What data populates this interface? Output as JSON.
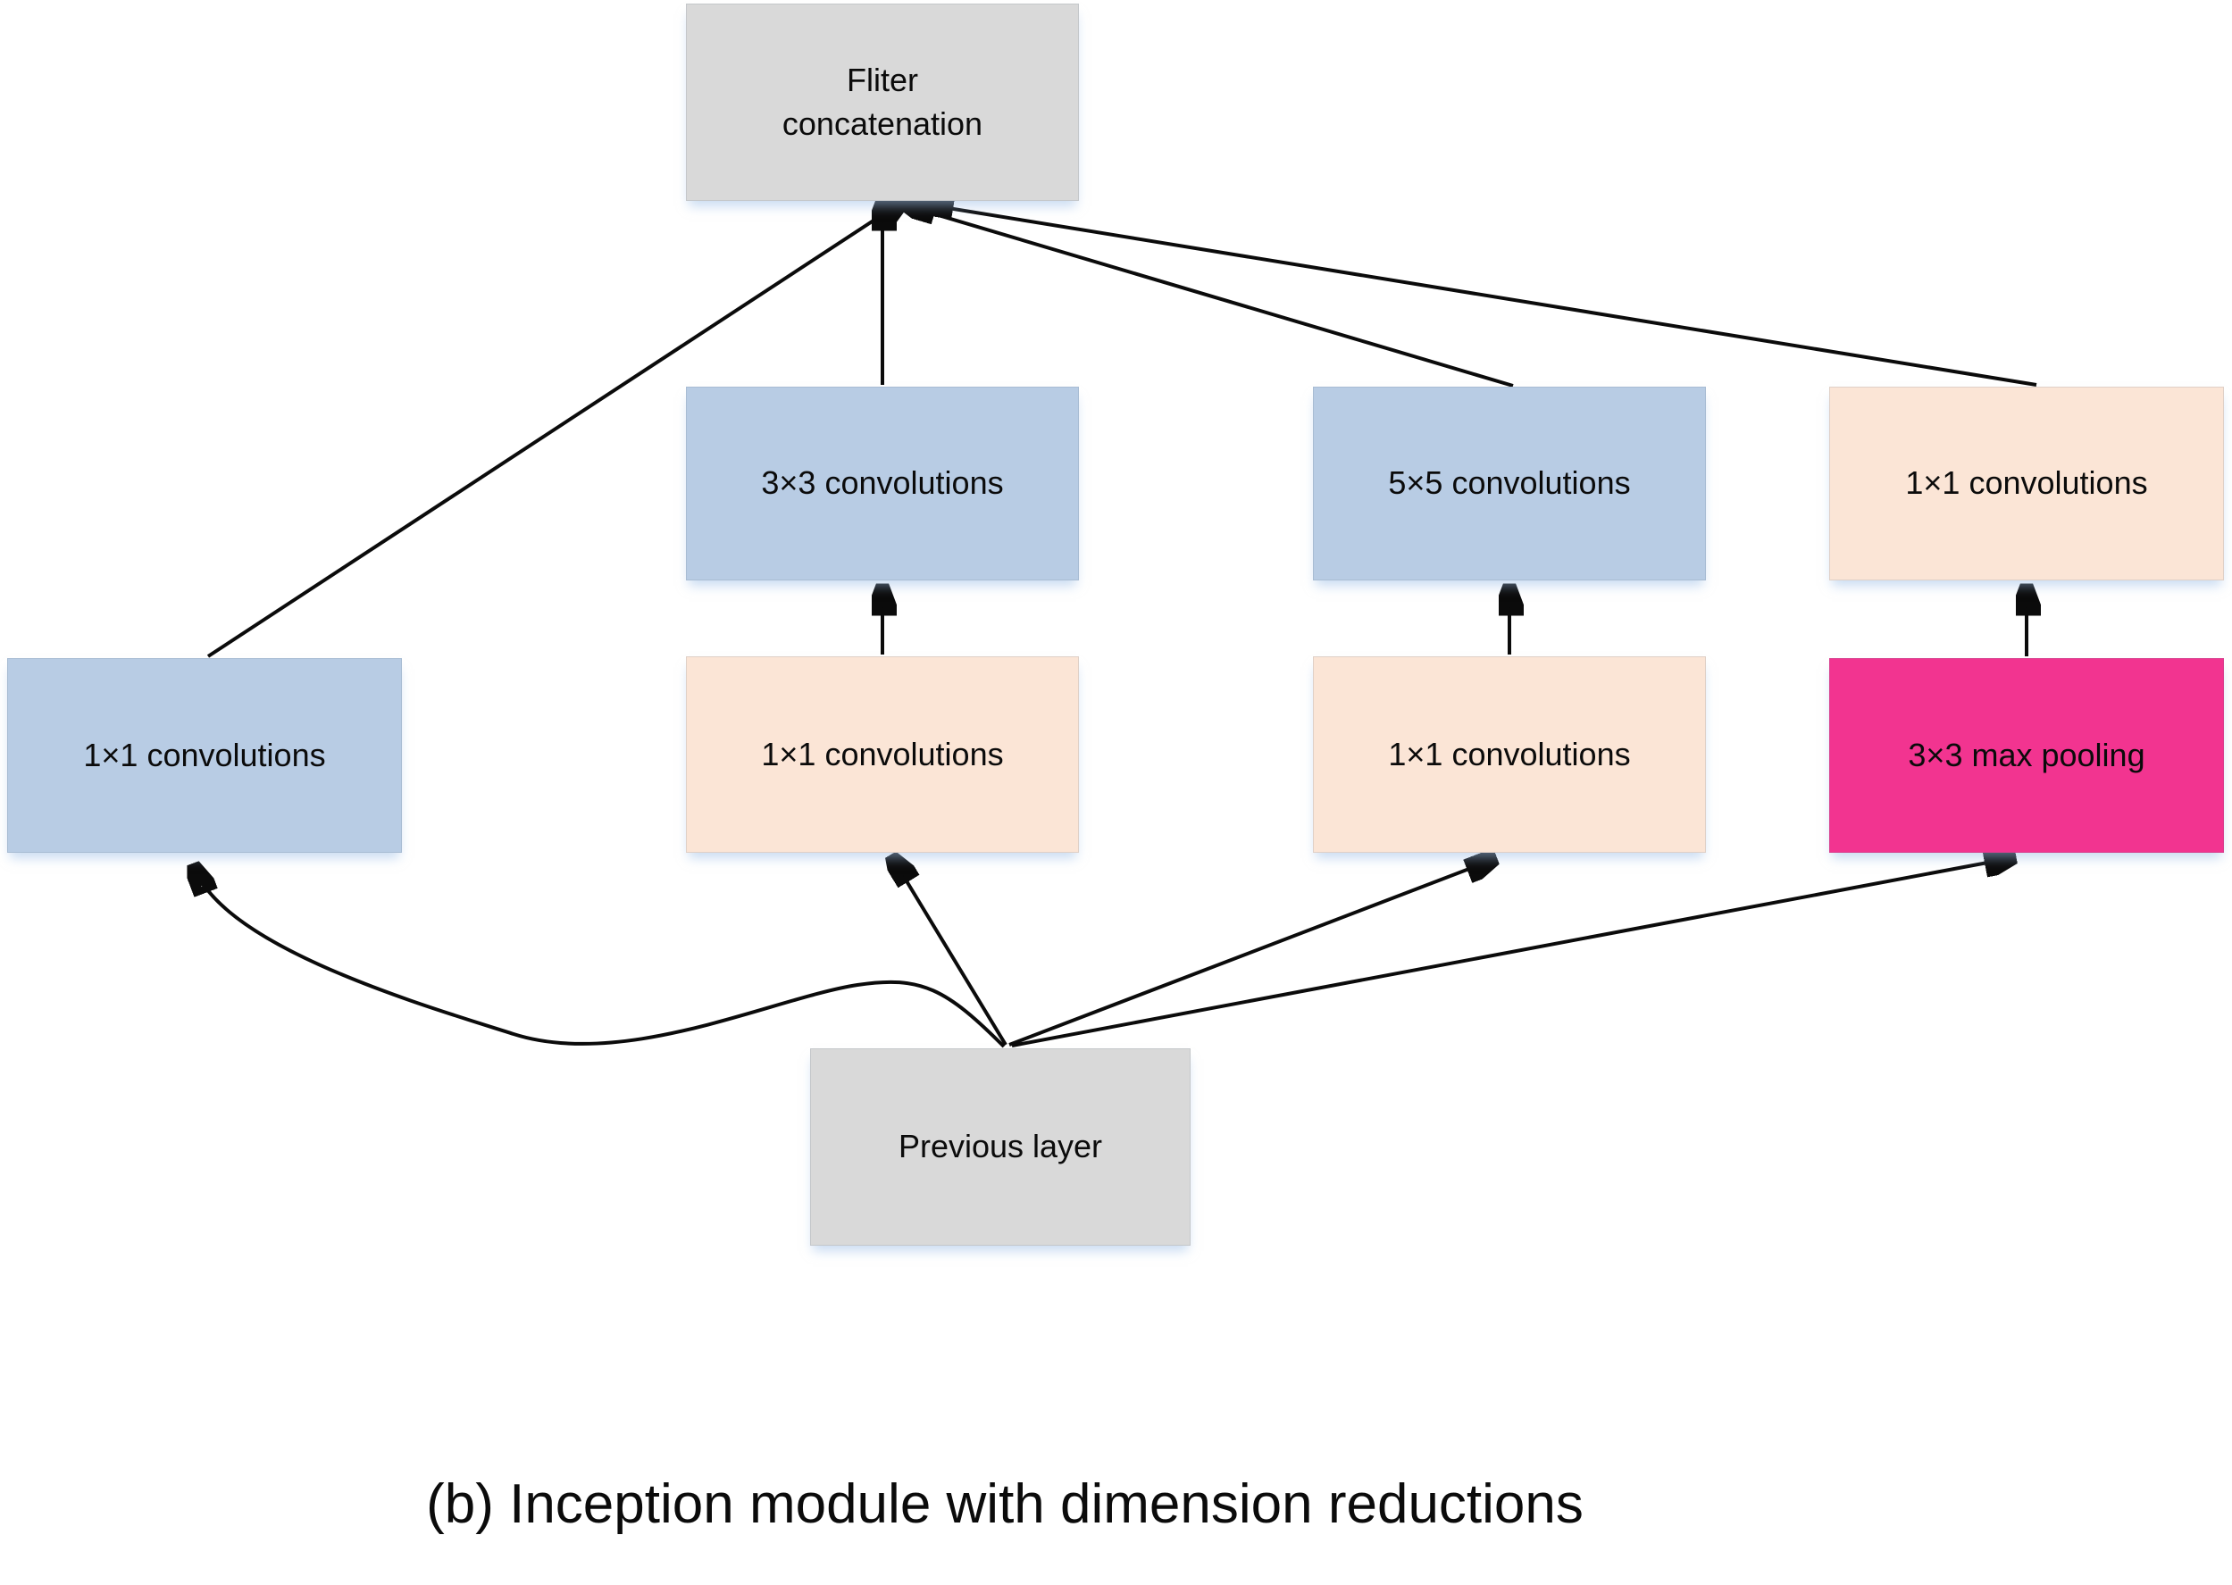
{
  "diagram": {
    "caption": "(b) Inception module with dimension reductions",
    "colors": {
      "box_gray": "#d9d9d9",
      "box_blue": "#b8cce4",
      "box_peach": "#fbe5d6",
      "box_pink": "#f23490",
      "arrow": "#0b0b0b",
      "background": "#ffffff",
      "shadow_glow": "#9ec0e8"
    },
    "nodes": {
      "filter_concat": {
        "label_line1": "Fliter",
        "label_line2": "concatenation",
        "color": "#d9d9d9"
      },
      "conv3x3": {
        "label": "3×3 convolutions",
        "color": "#b8cce4"
      },
      "conv5x5": {
        "label": "5×5 convolutions",
        "color": "#b8cce4"
      },
      "conv1x1_d": {
        "label": "1×1 convolutions",
        "color": "#fbe5d6"
      },
      "conv1x1_a": {
        "label": "1×1 convolutions",
        "color": "#b8cce4"
      },
      "conv1x1_b": {
        "label": "1×1 convolutions",
        "color": "#fbe5d6"
      },
      "conv1x1_c": {
        "label": "1×1 convolutions",
        "color": "#fbe5d6"
      },
      "max_pool": {
        "label": "3×3 max pooling",
        "color": "#f23490"
      },
      "previous_layer": {
        "label": "Previous layer",
        "color": "#d9d9d9"
      }
    },
    "edges": [
      {
        "from": "previous_layer",
        "to": "conv1x1_a",
        "style": "curved"
      },
      {
        "from": "previous_layer",
        "to": "conv1x1_b",
        "style": "straight"
      },
      {
        "from": "previous_layer",
        "to": "conv1x1_c",
        "style": "straight"
      },
      {
        "from": "previous_layer",
        "to": "max_pool",
        "style": "straight"
      },
      {
        "from": "conv1x1_b",
        "to": "conv3x3",
        "style": "straight"
      },
      {
        "from": "conv1x1_c",
        "to": "conv5x5",
        "style": "straight"
      },
      {
        "from": "max_pool",
        "to": "conv1x1_d",
        "style": "straight"
      },
      {
        "from": "conv1x1_a",
        "to": "filter_concat",
        "style": "straight"
      },
      {
        "from": "conv3x3",
        "to": "filter_concat",
        "style": "straight"
      },
      {
        "from": "conv5x5",
        "to": "filter_concat",
        "style": "straight"
      },
      {
        "from": "conv1x1_d",
        "to": "filter_concat",
        "style": "straight"
      }
    ]
  }
}
